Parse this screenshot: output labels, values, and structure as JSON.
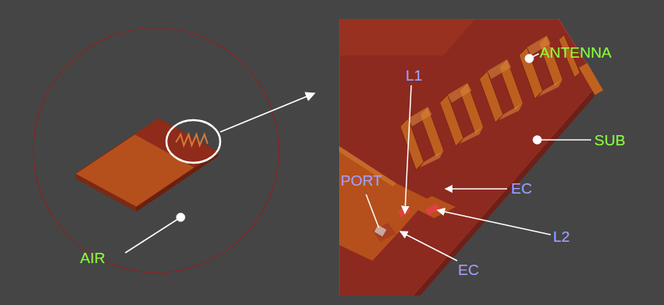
{
  "diagram": {
    "labels": [
      "ANTENNA",
      "L1",
      "SUB",
      "PORT",
      "EC",
      "L2",
      "EC",
      "AIR"
    ]
  }
}
